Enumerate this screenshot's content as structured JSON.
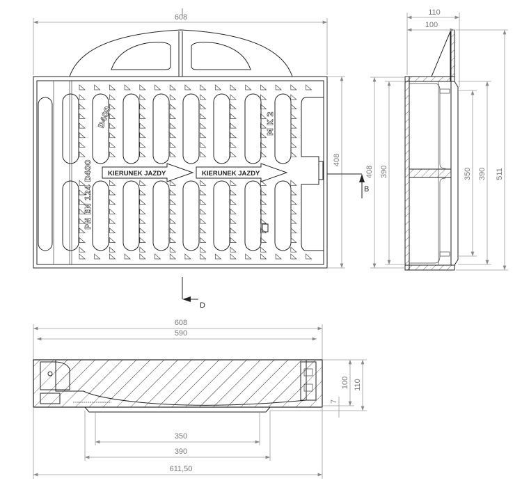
{
  "top_view": {
    "dim_width": "608",
    "dim_height": "408",
    "arrow_text_1": "KIERUNEK JAZDY",
    "arrow_text_2": "KIERUNEK JAZDY",
    "marking_standard": "PN EN 124 D400",
    "marking_class": "D400",
    "marking_model": "M K 2",
    "section_b": "B",
    "section_d": "D"
  },
  "side_view": {
    "dim_width_110": "110",
    "dim_width_100": "100",
    "dim_408": "408",
    "dim_390_left": "390",
    "dim_350": "350",
    "dim_390_right": "390",
    "dim_511": "511"
  },
  "section_view": {
    "dim_608": "608",
    "dim_590": "590",
    "dim_100": "100",
    "dim_110": "110",
    "dim_7": "7",
    "dim_350": "350",
    "dim_390": "390",
    "dim_611_50": "611,50"
  },
  "colors": {
    "line": "#222222",
    "dimension": "#9a9a9a"
  }
}
